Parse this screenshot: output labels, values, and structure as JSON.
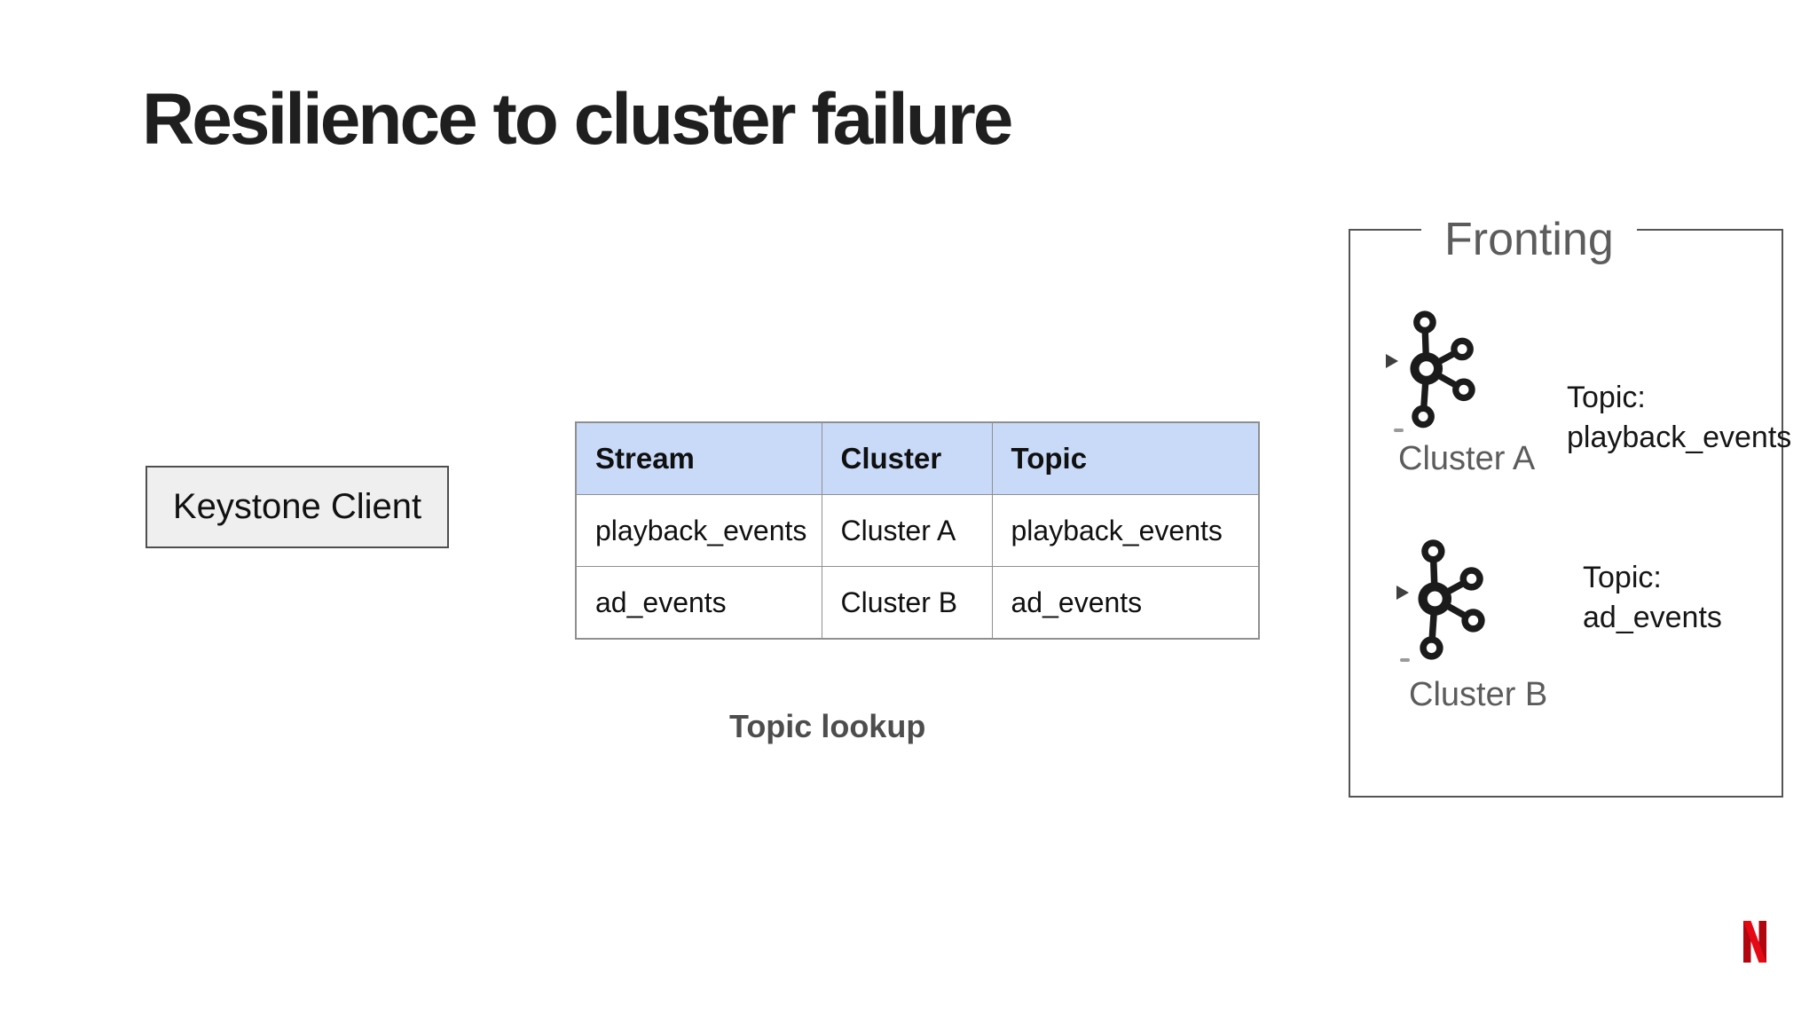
{
  "slide": {
    "title": "Resilience to cluster failure",
    "client_box": {
      "label": "Keystone Client"
    },
    "table": {
      "columns": [
        "Stream",
        "Cluster",
        "Topic"
      ],
      "rows": [
        [
          "playback_events",
          "Cluster A",
          "playback_events"
        ],
        [
          "ad_events",
          "Cluster B",
          "ad_events"
        ]
      ],
      "caption": "Topic lookup"
    },
    "fronting": {
      "label": "Fronting",
      "clusters": [
        {
          "name": "Cluster A",
          "topic_label": "Topic:",
          "topic": "playback_events"
        },
        {
          "name": "Cluster B",
          "topic_label": "Topic:",
          "topic": "ad_events"
        }
      ]
    },
    "icons": {
      "cluster_icon": "kafka-icon",
      "cluster_pointer": "right-arrowhead-icon",
      "brand_logo": "netflix-n-icon"
    },
    "colors": {
      "table_header_bg": "#c9daf8",
      "table_border": "#8f8f8f",
      "muted_gray_text": "#5c5c5c",
      "netflix_red": "#e50914",
      "netflix_red_dark": "#b1060f"
    }
  }
}
